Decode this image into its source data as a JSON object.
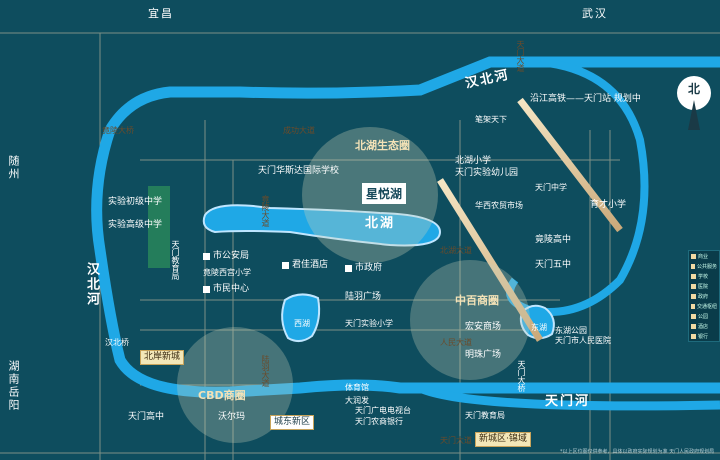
{
  "map": {
    "directions": {
      "top_left": "宜昌",
      "top_right": "武汉",
      "left_top": "随州",
      "left_bottom": "湖南岳阳"
    },
    "north_label": "北",
    "project": {
      "name": "星悦湖"
    },
    "zones": [
      {
        "name": "北湖生态圈"
      },
      {
        "name": "中百商圈"
      },
      {
        "name": "CBD商圈"
      }
    ],
    "water": {
      "han_north_river_top": "汉北河",
      "han_north_river_left": "汉北河",
      "north_lake": "北湖",
      "tianmen_river": "天门河",
      "south_small_lake": "西湖",
      "east_small_lake": "东湖"
    },
    "roads": {
      "west_road": "竟陵大道",
      "east_road": "天门大道",
      "top_road": "天门大道",
      "hb_bridge": "汉北桥",
      "han_bei_bridge_left": "汉北桥",
      "bottom": "天门大道",
      "xinhua_ave": "人民大道",
      "tianmen_rd": "陆羽大道",
      "bei_hu_ave": "北湖大道",
      "jingling_bridge": "竟陵大桥",
      "bitai_rd": "笔架天下",
      "chenggong_rd": "成功大道",
      "jingling_ave": "竟陵大道"
    },
    "pois": [
      {
        "name": "沿江高铁——天门站",
        "sub": "规划中"
      },
      {
        "name": "天门华斯达国际学校"
      },
      {
        "name": "北湖小学"
      },
      {
        "name": "天门实验幼儿园"
      },
      {
        "name": "实验初级中学"
      },
      {
        "name": "实验高级中学"
      },
      {
        "name": "天门教育局"
      },
      {
        "name": "市公安局"
      },
      {
        "name": "竟陵西宫小学"
      },
      {
        "name": "君佳酒店"
      },
      {
        "name": "市政府"
      },
      {
        "name": "陆羽广场"
      },
      {
        "name": "市民中心"
      },
      {
        "name": "天门实验小学"
      },
      {
        "name": "宏安商场"
      },
      {
        "name": "明珠广场"
      },
      {
        "name": "天门高中"
      },
      {
        "name": "沃尔玛"
      },
      {
        "name": "华西农贸市场"
      },
      {
        "name": "育才小学"
      },
      {
        "name": "天门中学"
      },
      {
        "name": "竟陵高中"
      },
      {
        "name": "天门五中"
      },
      {
        "name": "大润发"
      },
      {
        "name": "天门广电电视台"
      },
      {
        "name": "天门农商银行"
      },
      {
        "name": "天门教育局"
      },
      {
        "name": "体育馆"
      },
      {
        "name": "天门大桥"
      },
      {
        "name": "东湖公园"
      },
      {
        "name": "天门市人民医院"
      }
    ],
    "tags": [
      {
        "text": "北岸新城"
      },
      {
        "text": "城东新区"
      },
      {
        "text": "新城区·锦域"
      },
      {
        "text": "竟陵大道"
      }
    ],
    "legend": [
      "商业",
      "公共服务",
      "学校",
      "医院",
      "政府",
      "交通枢纽",
      "公园",
      "酒店",
      "银行"
    ],
    "footnote": "*以上区位图仅供参考，具体以政府实际规划为准 天门人民政府规划局"
  }
}
